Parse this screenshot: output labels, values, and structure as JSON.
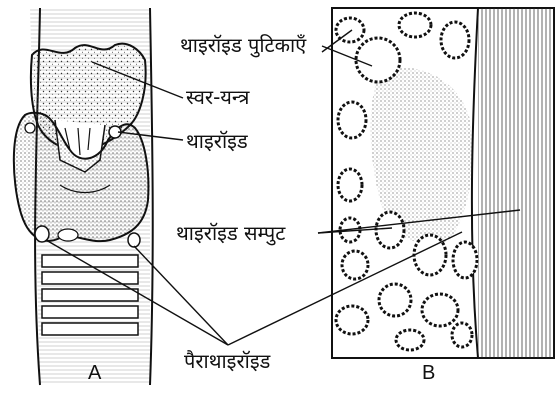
{
  "figure": {
    "panel_a_letter": "A",
    "panel_b_letter": "B",
    "labels": {
      "voice_box": "स्वर-यन्त्र",
      "thyroid": "थाइरॉइड",
      "parathyroid": "पैराथाइरॉइड",
      "thyroid_follicles": "थाइरॉइड पुटिकाएँ",
      "thyroid_capsule": "थाइरॉइड सम्पुट"
    },
    "colors": {
      "ink": "#111111",
      "paper": "#ffffff",
      "stipple": "#444444"
    }
  }
}
